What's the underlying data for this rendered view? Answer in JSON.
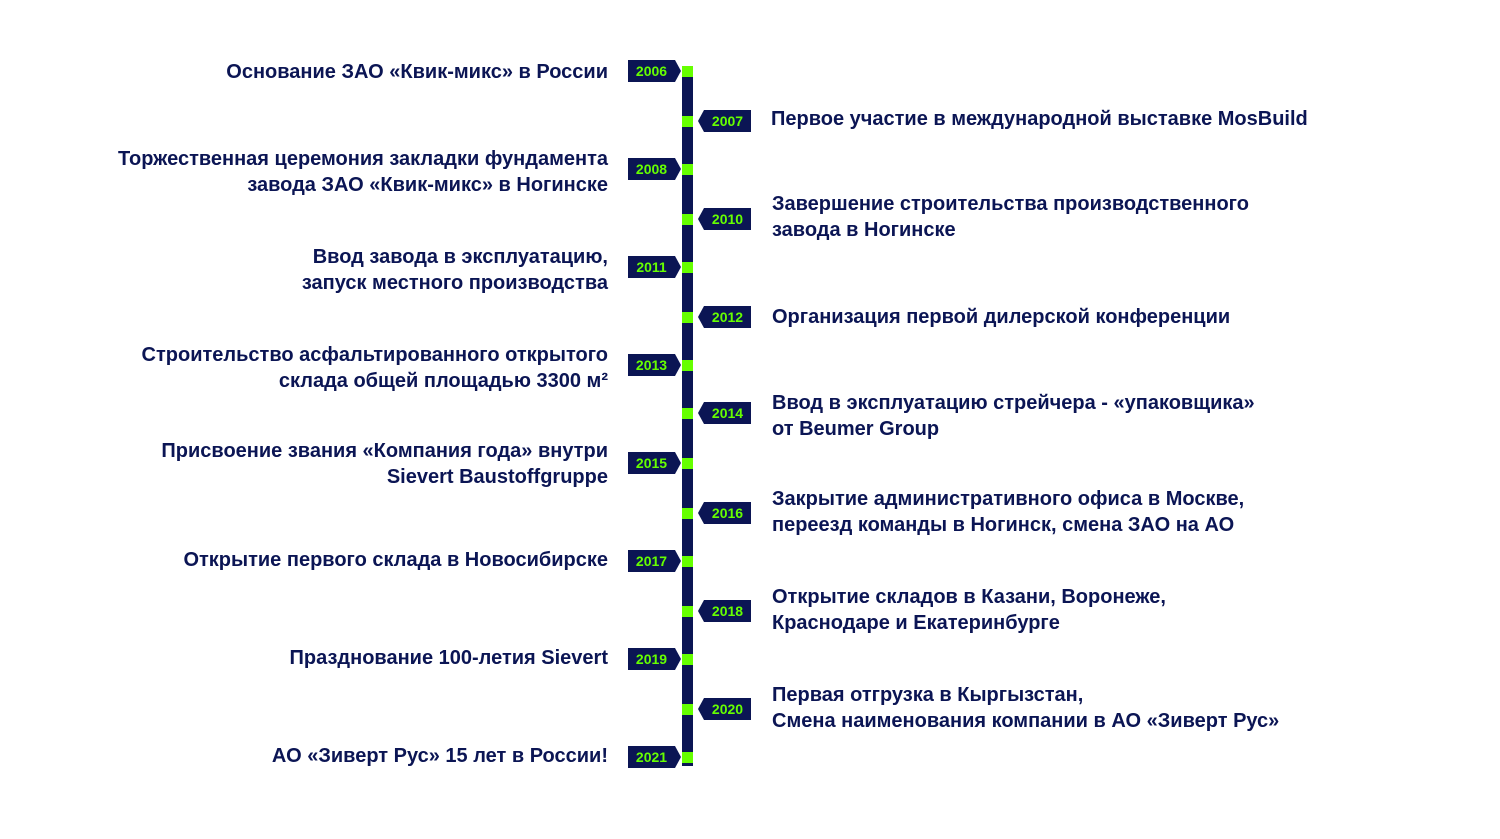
{
  "colors": {
    "navy": "#0b1554",
    "green": "#66ff00",
    "background": "#ffffff"
  },
  "events": [
    {
      "year": "2006",
      "side": "left",
      "lines": [
        "Основание ЗАО «Квик-микс» в России"
      ]
    },
    {
      "year": "2007",
      "side": "right",
      "lines": [
        "Первое участие в международной выставке MosBuild"
      ]
    },
    {
      "year": "2008",
      "side": "left",
      "lines": [
        "Торжественная церемония закладки фундамента",
        "завода ЗАО «Квик-микс» в Ногинске"
      ]
    },
    {
      "year": "2010",
      "side": "right",
      "lines": [
        "Завершение строительства производственного",
        "завода в Ногинске"
      ]
    },
    {
      "year": "2011",
      "side": "left",
      "lines": [
        "Ввод завода в эксплуатацию,",
        "запуск местного производства"
      ]
    },
    {
      "year": "2012",
      "side": "right",
      "lines": [
        "Организация первой дилерской конференции"
      ]
    },
    {
      "year": "2013",
      "side": "left",
      "lines": [
        "Строительство асфальтированного открытого",
        "склада общей площадью 3300 м²"
      ]
    },
    {
      "year": "2014",
      "side": "right",
      "lines": [
        "Ввод в эксплуатацию стрейчера - «упаковщика»",
        "от Beumer Group"
      ]
    },
    {
      "year": "2015",
      "side": "left",
      "lines": [
        "Присвоение звания «Компания года» внутри",
        "Sievert Baustoffgruppe"
      ]
    },
    {
      "year": "2016",
      "side": "right",
      "lines": [
        "Закрытие административного офиса в Москве,",
        "переезд команды в Ногинск, смена ЗАО на АО"
      ]
    },
    {
      "year": "2017",
      "side": "left",
      "lines": [
        "Открытие первого склада в Новосибирске"
      ]
    },
    {
      "year": "2018",
      "side": "right",
      "lines": [
        "Открытие складов в Казани, Воронеже,",
        "Краснодаре и Екатеринбурге"
      ]
    },
    {
      "year": "2019",
      "side": "left",
      "lines": [
        "Празднование 100-летия Sievert"
      ]
    },
    {
      "year": "2020",
      "side": "right",
      "lines": [
        "Первая отгрузка в Кыргызстан,",
        "Смена наименования компании в АО «Зиверт Рус»"
      ]
    },
    {
      "year": "2021",
      "side": "left",
      "lines": [
        "АО «Зиверт Рус» 15 лет в России!"
      ]
    }
  ]
}
